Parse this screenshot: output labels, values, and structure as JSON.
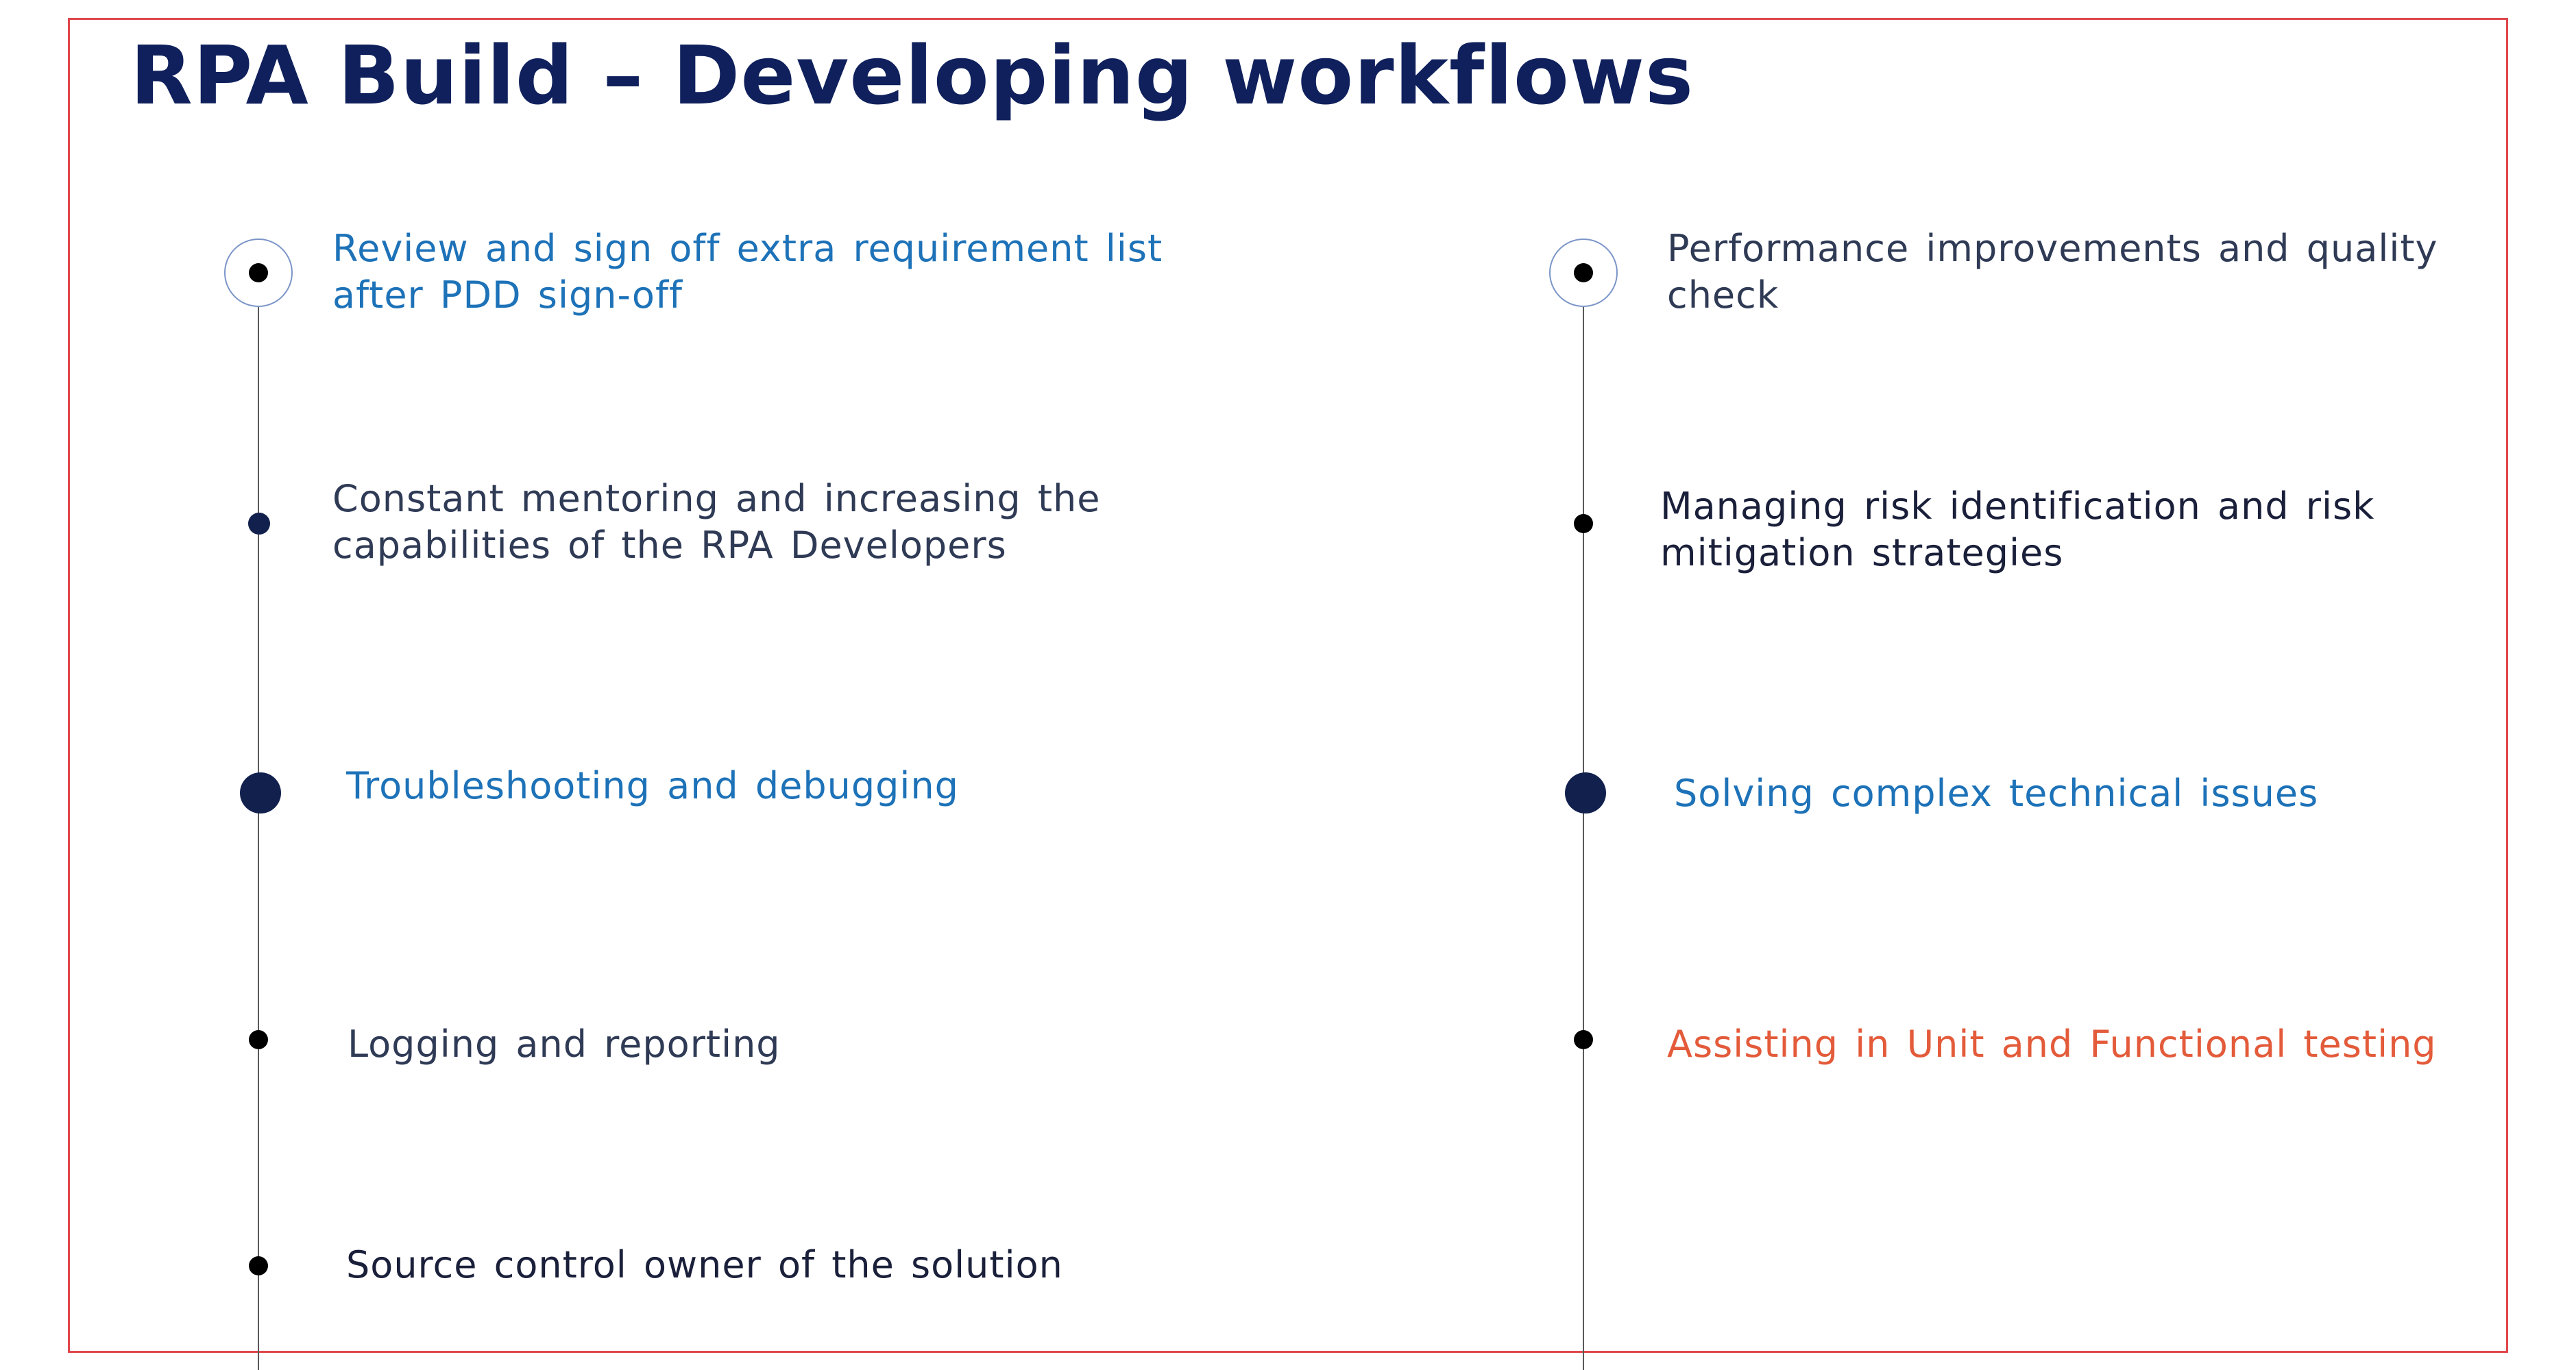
{
  "title": "RPA Build – Developing workflows",
  "colors": {
    "title": "#0f205c",
    "frame_border": "#e0474c",
    "highlight_blue": "#1d72b8",
    "text_slate": "#2f3a55",
    "text_navy": "#1a1f3a",
    "highlight_orange": "#e35b3a",
    "marker_navy": "#12204d"
  },
  "left_column": {
    "items": [
      {
        "label": "Review and sign off extra requirement list after PDD sign-off",
        "line1": "Review and sign off extra requirement list",
        "line2": "after PDD sign-off",
        "marker": "ring-dot-icon",
        "color": "#1d72b8"
      },
      {
        "label": "Constant mentoring and increasing the capabilities of the RPA Developers",
        "line1": "Constant mentoring and increasing the",
        "line2": "capabilities of the RPA Developers",
        "marker": "small-dot-icon",
        "color": "#2f3a55"
      },
      {
        "label": "Troubleshooting and debugging",
        "line1": "Troubleshooting and debugging",
        "line2": "",
        "marker": "large-dot-icon",
        "color": "#1d72b8"
      },
      {
        "label": "Logging and reporting",
        "line1": "Logging and reporting",
        "line2": "",
        "marker": "small-dot-icon",
        "color": "#2f3a55"
      },
      {
        "label": "Source control owner of the solution",
        "line1": "Source control owner of the solution",
        "line2": "",
        "marker": "small-dot-icon",
        "color": "#1a1f3a"
      }
    ]
  },
  "right_column": {
    "items": [
      {
        "label": "Performance improvements and quality check",
        "line1": "Performance improvements and quality",
        "line2": "check",
        "marker": "ring-dot-icon",
        "color": "#2f3a55"
      },
      {
        "label": "Managing risk identification and risk mitigation strategies",
        "line1": "Managing risk identification and risk",
        "line2": "mitigation strategies",
        "marker": "small-dot-icon",
        "color": "#1a1f3a"
      },
      {
        "label": "Solving complex technical issues",
        "line1": "Solving complex technical issues",
        "line2": "",
        "marker": "large-dot-icon",
        "color": "#1d72b8"
      },
      {
        "label": "Assisting in Unit and Functional testing",
        "line1": "Assisting in Unit and Functional testing",
        "line2": "",
        "marker": "small-dot-icon",
        "color": "#e35b3a"
      }
    ]
  }
}
